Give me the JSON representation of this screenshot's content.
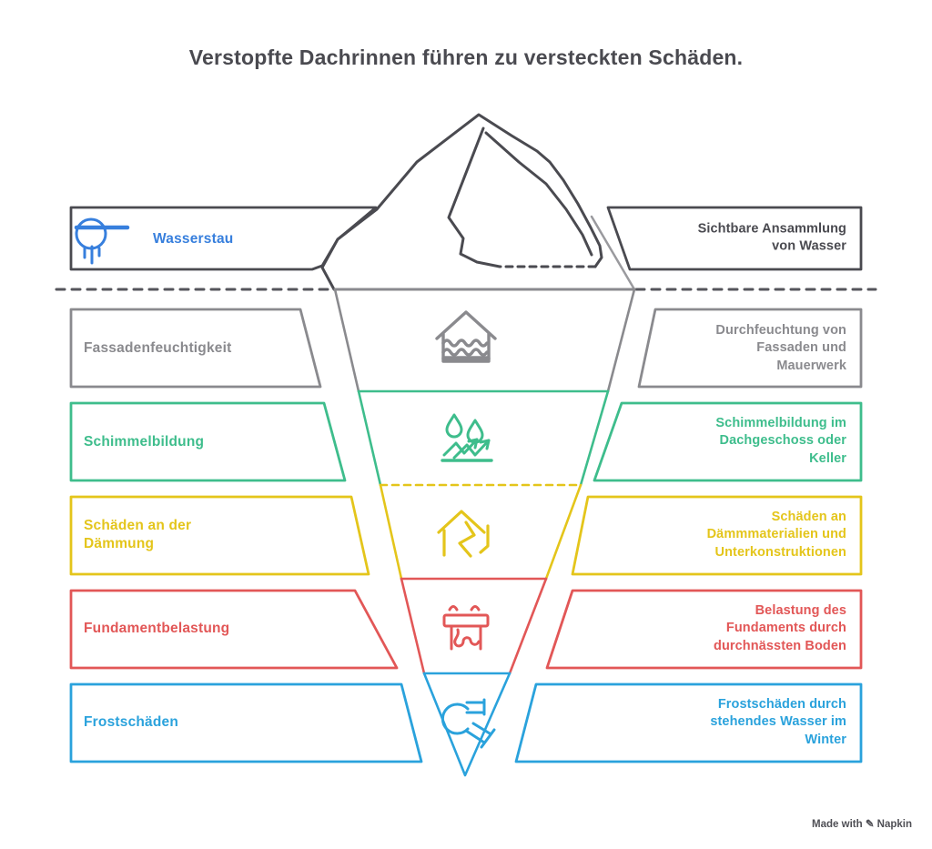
{
  "title": {
    "text": "Verstopfte Dachrinnen führen zu versteckten Schäden.",
    "color": "#4a4a50"
  },
  "watermark": "Made with ✎ Napkin",
  "waterline_color": "#55555b",
  "rows": [
    {
      "label": "Wasserstau",
      "description": "Sichtbare Ansammlung von Wasser",
      "color": "#4a4a50",
      "label_color": "#377fdd",
      "desc_color": "#4a4a50",
      "icon": "overflow-icon"
    },
    {
      "label": "Fassadenfeuchtigkeit",
      "description": "Durchfeuchtung von Fassaden und Mauerwerk",
      "color": "#8a8a8e",
      "label_color": "#8a8a8e",
      "desc_color": "#8a8a8e",
      "icon": "house-water-icon"
    },
    {
      "label": "Schimmelbildung",
      "description": "Schimmelbildung im Dachgeschoss oder Keller",
      "color": "#3ebd8c",
      "label_color": "#3ebd8c",
      "desc_color": "#3ebd8c",
      "icon": "drops-splash-icon"
    },
    {
      "label": "Schäden an der Dämmung",
      "description": "Schäden an Dämmmaterialien und Unterkonstruktionen",
      "color": "#e4c51b",
      "label_color": "#e4c51b",
      "desc_color": "#e4c51b",
      "icon": "cracked-house-icon"
    },
    {
      "label": "Fundamentbelastung",
      "description": "Belastung des Fundaments durch durchnässten Boden",
      "color": "#e25757",
      "label_color": "#e25757",
      "desc_color": "#e25757",
      "icon": "foundation-icon"
    },
    {
      "label": "Frostschäden",
      "description": "Frostschäden durch stehendes Wasser im Winter",
      "color": "#2aa2dc",
      "label_color": "#2aa2dc",
      "desc_color": "#2aa2dc",
      "icon": "pipe-icon"
    }
  ]
}
